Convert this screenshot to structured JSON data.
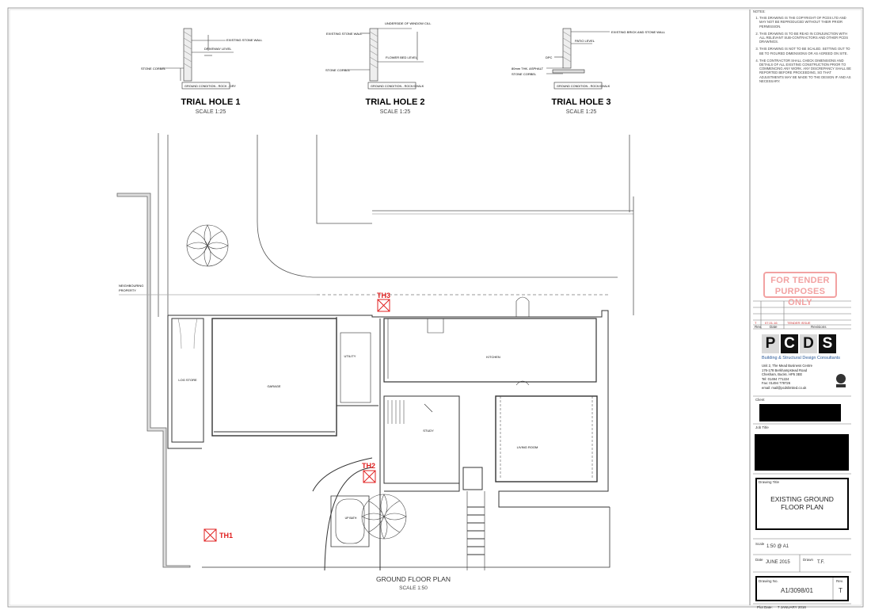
{
  "trial_holes": [
    {
      "title": "TRIAL HOLE 1",
      "scale": "SCALE 1:25",
      "condition": "GROUND CONDITION - ROCK - DRY",
      "labels": [
        "EXISTING STONE WALL",
        "DRIVEWAY LEVEL",
        "STONE CORBEL"
      ]
    },
    {
      "title": "TRIAL HOLE 2",
      "scale": "SCALE 1:25",
      "condition": "GROUND CONDITION - ROCK/CHALK",
      "labels": [
        "EXISTING STONE WALL",
        "UNDERSIDE OF WINDOW CILL",
        "FLOWER BED LEVEL",
        "STONE CORBEL"
      ]
    },
    {
      "title": "TRIAL HOLE 3",
      "scale": "SCALE 1:25",
      "condition": "GROUND CONDITION - ROCK/CHALK",
      "labels": [
        "EXISTING BRICK AND STONE WALL",
        "PATIO LEVEL",
        "DPC",
        "80mm THK. ASPHALT",
        "STONE CORBEL"
      ]
    }
  ],
  "plan": {
    "title": "GROUND FLOOR PLAN",
    "scale": "SCALE 1:50",
    "neighbour": [
      "NEIGHBOURING",
      "PROPERTY"
    ],
    "rooms": [
      "LOG STORE",
      "GARAGE",
      "UTILITY",
      "KITCHEN",
      "STUDY",
      "LIVING ROOM",
      "UP BATH"
    ],
    "markers": [
      "TH1",
      "TH2",
      "TH3"
    ]
  },
  "notes": {
    "heading": "NOTES:",
    "items": [
      "THIS DRAWING IS THE COPYRIGHT OF PCDS LTD AND MAY NOT BE REPRODUCED WITHOUT THEIR PRIOR PERMISSION.",
      "THIS DRAWING IS TO BE READ IN CONJUNCTION WITH ALL RELEVANT SUB-CONTRACTORS AND OTHER PCDS DRAWINGS.",
      "THIS DRAWING IS NOT TO BE SCALED. SETTING OUT TO BE TO FIGURED DIMENSIONS OR AS AGREED ON SITE.",
      "THE CONTRACTOR SHALL CHECK DIMENSIONS AND DETAILS OF ALL EXISTING CONSTRUCTION PRIOR TO COMMENCING ANY WORK. ANY DISCREPANCY SHALL BE REPORTED BEFORE PROCEEDING, SO THAT ADJUSTMENTS MAY BE MADE TO THE DESIGN IF AND AS NECESSARY."
    ]
  },
  "stamp": [
    "FOR TENDER",
    "PURPOSES ONLY"
  ],
  "revisions": {
    "row": {
      "rev": "T",
      "date": "07.01.16",
      "desc": "TENDER ISSUE"
    },
    "headers": {
      "rev": "Rev.",
      "date": "Date",
      "desc": "Revisions"
    }
  },
  "company": {
    "letters": [
      "P",
      "C",
      "D",
      "S"
    ],
    "tagline": "Building & Structural Design Consultants",
    "address": [
      "Unit 2, The Mead Business Centre",
      "176-178 Berkhampstead Road",
      "Chesham, Bucks. HP5 3EE",
      "Tel: 01494 771224",
      "Fax: 01494 778726",
      "email: mail@pcdslimited.co.uk"
    ]
  },
  "titleblock": {
    "client_label": "Client",
    "job_title_label": "Job Title",
    "drawing_title_label": "Drawing Title",
    "drawing_title": [
      "EXISTING GROUND",
      "FLOOR PLAN"
    ],
    "scale_label": "Scale",
    "scale": "1:50 @ A1",
    "date_label": "Date",
    "date": "JUNE 2015",
    "drawn_label": "Drawn",
    "drawn": "T.F.",
    "drawing_no_label": "Drawing No.",
    "drawing_no": "A1/3098/01",
    "rev_label": "Rev.",
    "rev": "T",
    "plot_date_label": "Plot Date:",
    "plot_date": "7 JANUARY 2016"
  }
}
